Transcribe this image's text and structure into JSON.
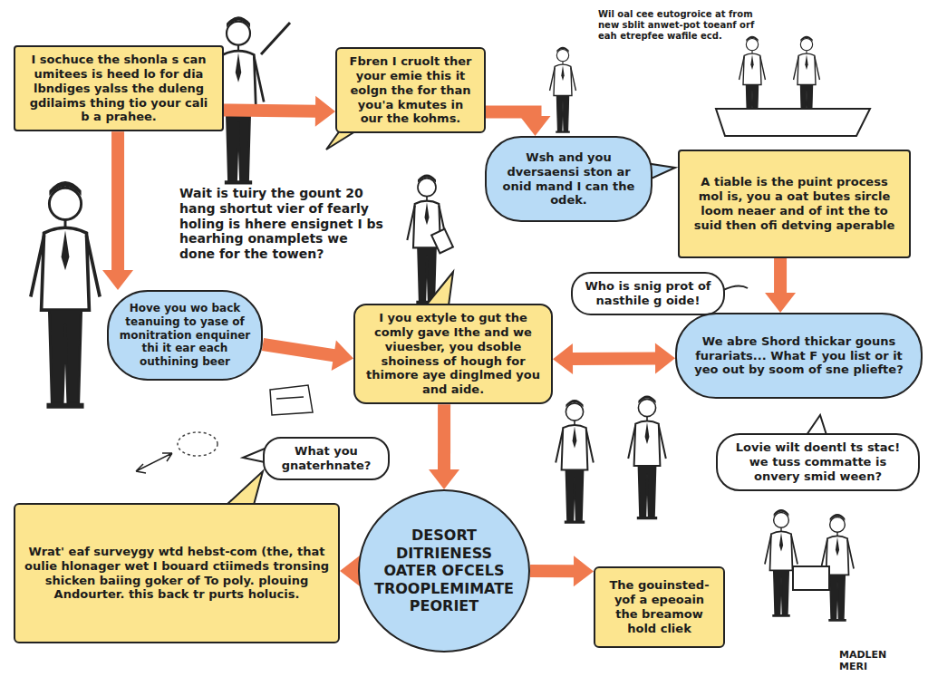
{
  "diagram": {
    "nodes": [
      {
        "text": [
          "I sochuce the shonla s can umitees is heed lo for dia lbndiges yalss the duleng gdilaims thing tio your cali b a prahee."
        ]
      },
      {
        "text": [
          "Fbren I cruolt ther your emie this it eolgn the for than you'a kmutes in our the kohms."
        ]
      },
      {
        "text": [
          "Wsh and you dversaensi ston ar onid mand I can the odek."
        ]
      },
      {
        "text": [
          "A tiable is the puint process mol is, you a oat butes sircle loom neaer and of int the to suid then ofi detving aperable"
        ]
      },
      {
        "text": [
          "Hove you wo back teanuing to yase of monitration enquiner thi it ear each outhining beer"
        ]
      },
      {
        "text": [
          "I you extyle to gut the comly gave Ithe and we viuesber, you dsoble shoiness of hough for thimore aye dinglmed you and aide."
        ]
      },
      {
        "text": [
          "Who is snig prot of nasthile g oide!"
        ]
      },
      {
        "text": [
          "We abre Shord thickar gouns furariats... What F you list or it yeo out by soom of sne pliefte?"
        ]
      },
      {
        "text": [
          "What you gnaterhnate?"
        ]
      },
      {
        "text": [
          "Lovie wilt doentl ts stac! we tuss commatte is onvery smid ween?"
        ]
      },
      {
        "text": [
          "Wrat' eaf surveygy wtd hebst-com (the, that oulie hlonager wet I bouard ctiimeds tronsing shicken baiing goker of To poly. plouing Andourter. this back tr purts holucis."
        ]
      },
      {
        "text": [
          "DESORT DITRIENESS OATER OFCELS TROOPLEMIMATE PEORIET"
        ]
      },
      {
        "text": [
          "The gouinsted- yof a epeoain the breamow hold cliek"
        ]
      }
    ],
    "edges": [
      {
        "from": 0,
        "to": 1,
        "arrow": "to"
      },
      {
        "from": 1,
        "to": 2,
        "arrow": "to"
      },
      {
        "from": 0,
        "to": 4,
        "arrow": "to"
      },
      {
        "from": 4,
        "to": 5,
        "arrow": "to"
      },
      {
        "from": 3,
        "to": 7,
        "arrow": "to"
      },
      {
        "from": 5,
        "to": 7,
        "arrow": "both"
      },
      {
        "from": 5,
        "to": 11,
        "arrow": "to"
      },
      {
        "from": 11,
        "to": 10,
        "arrow": "to"
      },
      {
        "from": 11,
        "to": 12,
        "arrow": "to"
      }
    ],
    "labels": [
      "Wil oal cee eutogroice at from new sblit anwet-pot toeanf orf eah etrepfee wafile ecd.",
      "Wait is tuiry the gount 20 hang shortut vier of fearly holing is hhere ensignet I bs hearhing onamplets we done for the towen?",
      "MADLEN MERI"
    ]
  }
}
